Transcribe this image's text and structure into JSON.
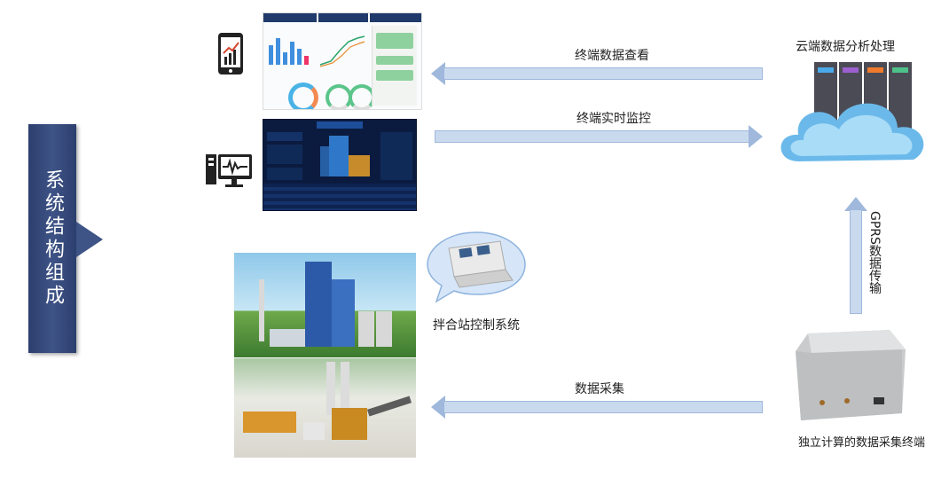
{
  "side_title": "系统结构组成",
  "labels": {
    "terminal_view": "终端数据查看",
    "terminal_monitor": "终端实时监控",
    "cloud": "云端数据分析处理",
    "gprs": "GPRS数据传输",
    "collect": "数据采集",
    "control_system": "拌合站控制系统",
    "device": "独立计算的数据采集终端"
  },
  "icons": {
    "phone": "mobile-chart-icon",
    "monitor": "monitor-waveform-icon",
    "cloud": "cloud-server-icon",
    "device": "data-collection-box-icon",
    "console": "control-console-icon"
  },
  "colors": {
    "title_bg": "#3e5386",
    "arrow_fill": "#c9d9ee",
    "arrow_stroke": "#9fb8dc"
  }
}
